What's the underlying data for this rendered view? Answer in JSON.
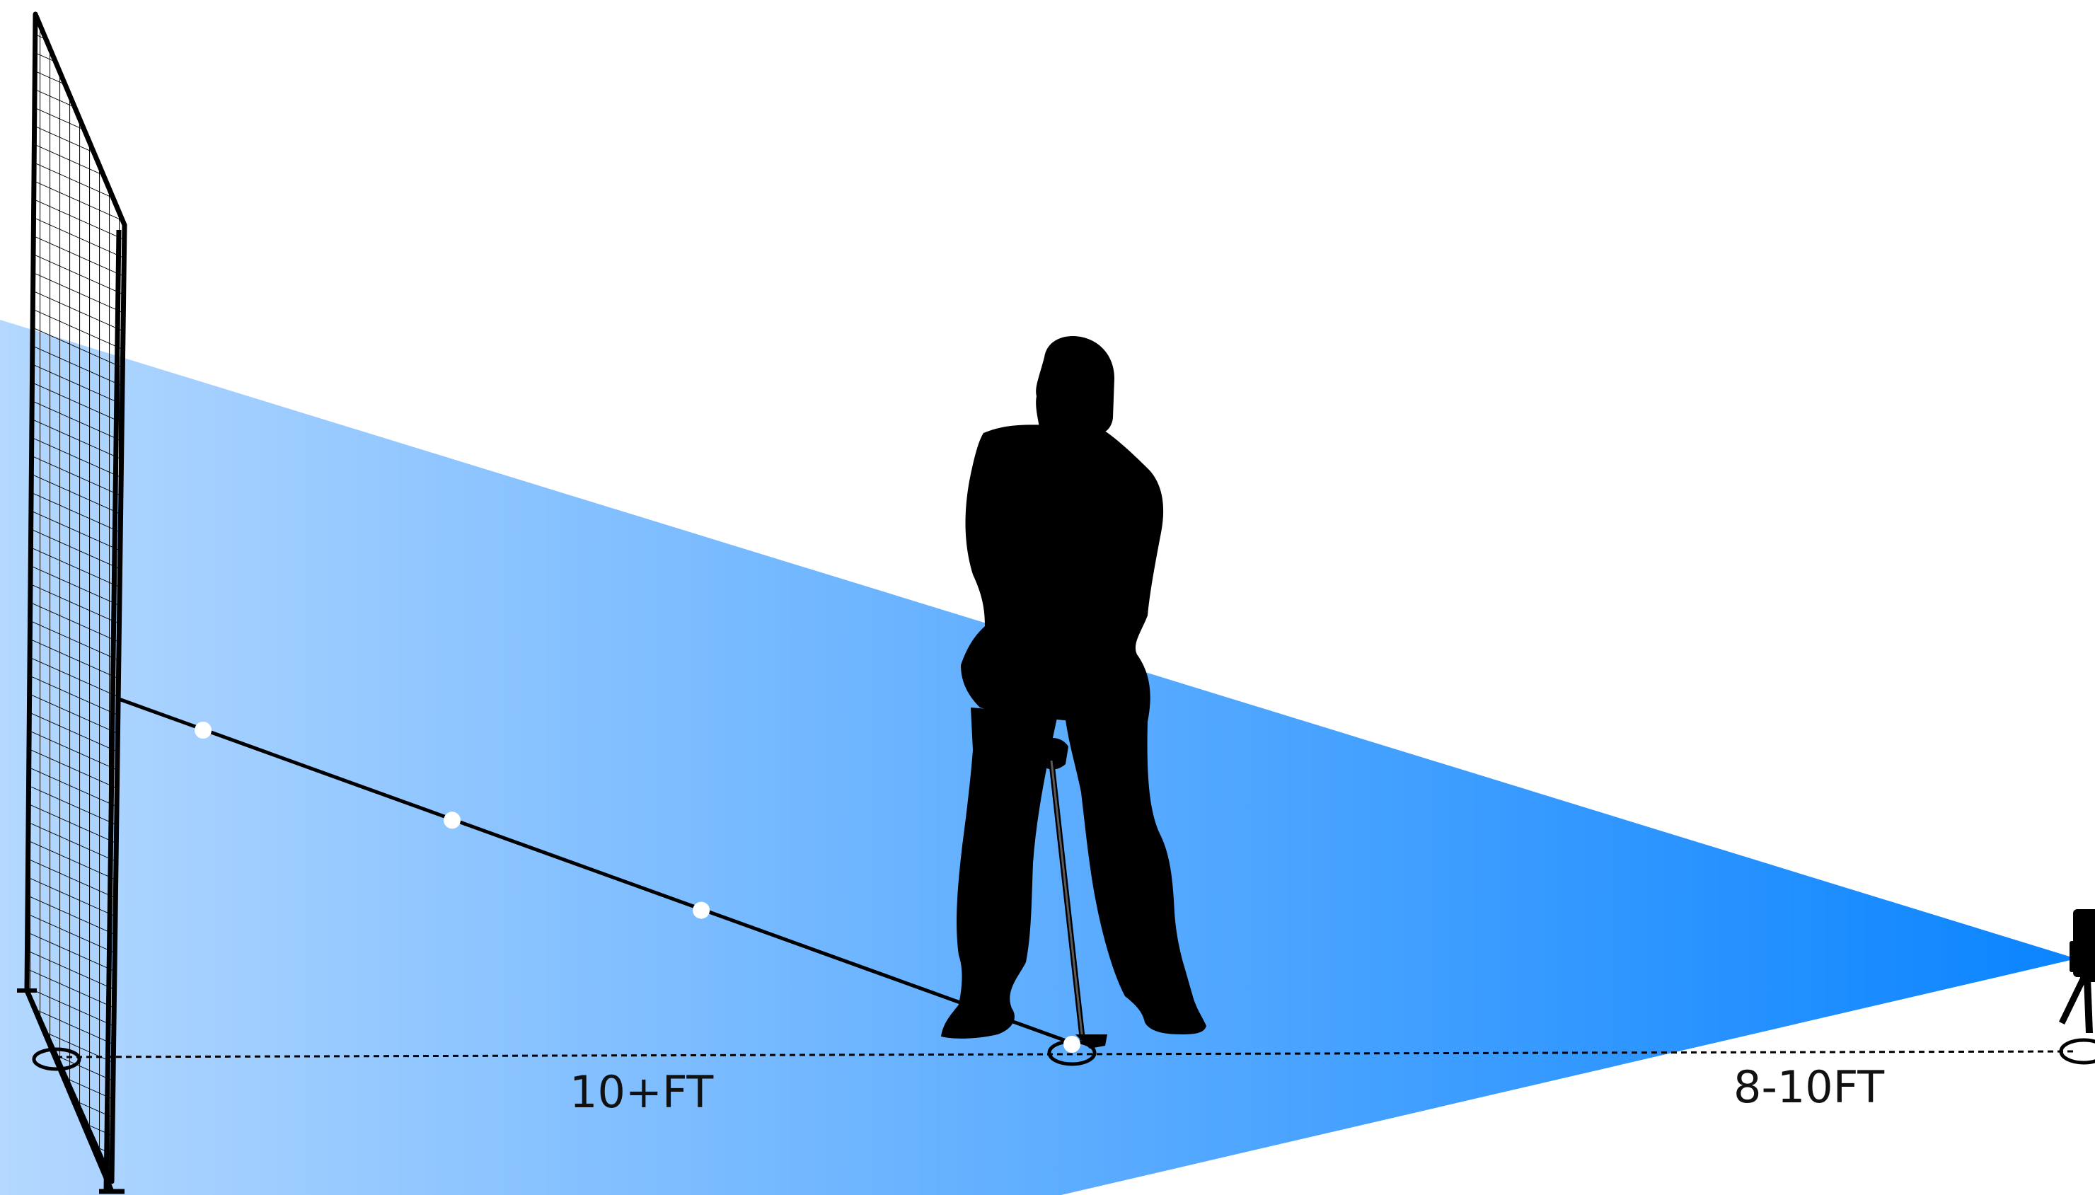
{
  "diagram": {
    "labels": {
      "net_to_golfer": "10+FT",
      "golfer_to_camera": "8-10FT"
    },
    "colors": {
      "background": "#ffffff",
      "view_cone_far": "#b4d8ff",
      "view_cone_near": "#0a84ff",
      "silhouette": "#000000",
      "net_frame": "#000000",
      "trajectory_marker": "#ffffff"
    },
    "icons": {
      "golfer": "golfer-silhouette-icon",
      "camera": "camera-on-tripod-icon",
      "net": "hitting-net-icon"
    },
    "trajectory": {
      "marker_count": 4
    }
  }
}
